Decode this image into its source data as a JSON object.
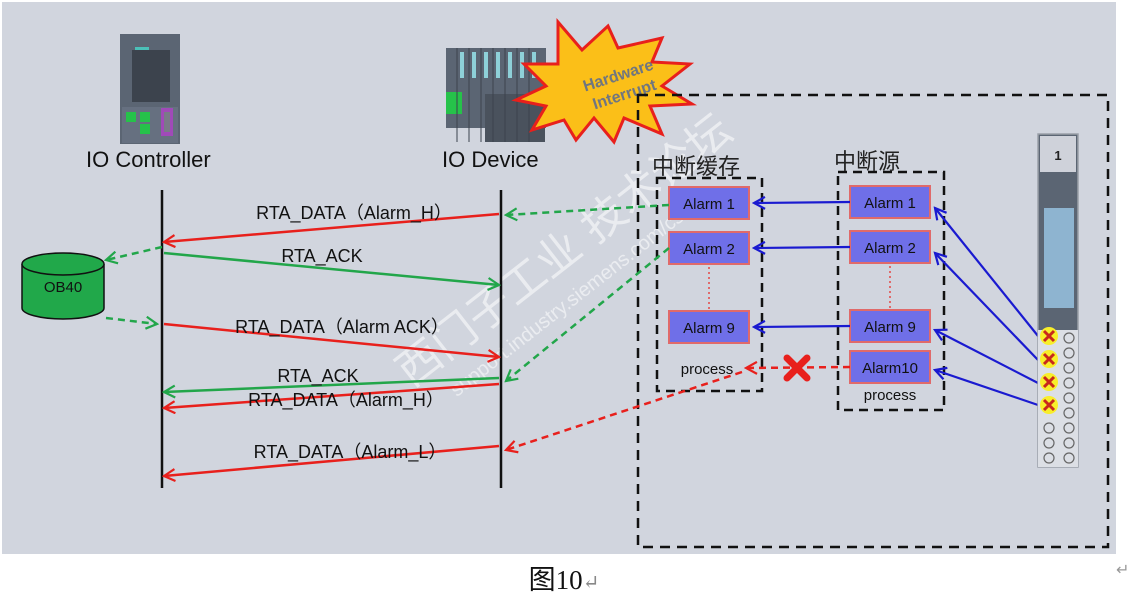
{
  "diagram": {
    "nodes": {
      "io_controller": {
        "label": "IO Controller"
      },
      "io_device": {
        "label": "IO Device"
      },
      "ob40": {
        "label": "OB40",
        "color": "#21a84a"
      },
      "hardware_interrupt": {
        "label_line1": "Hardware",
        "label_line2": "Interrupt",
        "fill": "#fbbf18",
        "stroke": "#e8201c"
      },
      "interrupt_buffer": {
        "title": "中断缓存",
        "alarms": [
          "Alarm 1",
          "Alarm 2",
          "Alarm 9"
        ],
        "footer": "process"
      },
      "interrupt_source": {
        "title": "中断源",
        "alarms": [
          "Alarm 1",
          "Alarm 2",
          "Alarm 9",
          "Alarm10"
        ],
        "footer": "process"
      },
      "io_module": {
        "slot_number": "1"
      }
    },
    "messages": [
      {
        "label": "RTA_DATA（Alarm_H）",
        "from": "IO Device",
        "to": "IO Controller",
        "color": "#e8201c"
      },
      {
        "label": "RTA_ACK",
        "from": "IO Controller",
        "to": "IO Device",
        "color": "#22a64a"
      },
      {
        "label": "RTA_DATA（Alarm ACK）",
        "from": "IO Controller",
        "to": "IO Device",
        "color": "#e8201c"
      },
      {
        "label": "RTA_ACK",
        "from": "IO Device",
        "to": "IO Controller",
        "color": "#22a64a"
      },
      {
        "label": "RTA_DATA（Alarm_H）",
        "from": "IO Device",
        "to": "IO Controller",
        "color": "#e8201c"
      },
      {
        "label": "RTA_DATA（Alarm_L）",
        "from": "IO Device",
        "to": "IO Controller",
        "color": "#e8201c"
      }
    ],
    "colors": {
      "background": "#d1d5de",
      "alarm_fill": "#6f6fe8",
      "alarm_border": "#e06a6a",
      "blue_arrow": "#1a1ad0",
      "red": "#e8201c",
      "green": "#22a64a"
    },
    "watermark": {
      "line1": "西门子工业 技术论坛",
      "line2": "support.industry.siemens.com/cs"
    }
  },
  "caption": {
    "text": "图10",
    "return_mark": "↵"
  }
}
